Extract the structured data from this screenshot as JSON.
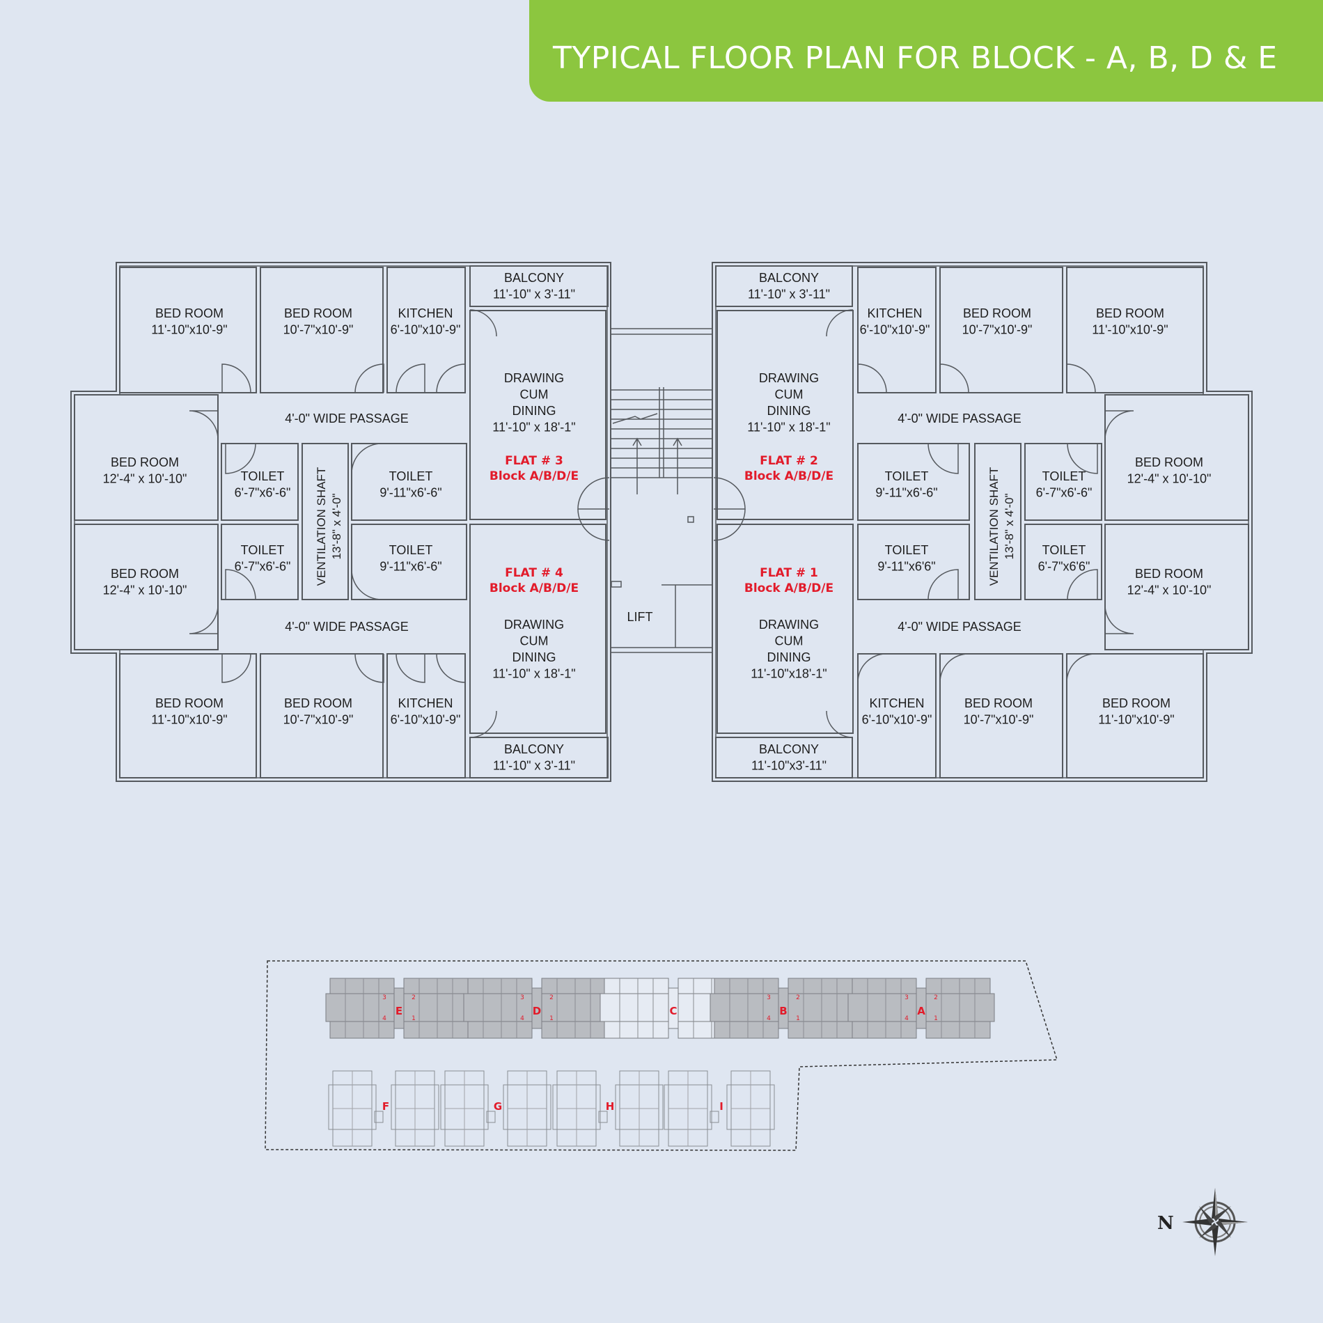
{
  "header": {
    "title": "TYPICAL FLOOR PLAN FOR BLOCK - A, B, D & E"
  },
  "floor_plan": {
    "rooms": [
      {
        "id": "l-bed1",
        "lines": [
          "BED ROOM",
          "11'-10\"x10'-9\""
        ]
      },
      {
        "id": "l-bed2",
        "lines": [
          "BED ROOM",
          "10'-7\"x10'-9\""
        ]
      },
      {
        "id": "l-kit1",
        "lines": [
          "KITCHEN",
          "6'-10\"x10'-9\""
        ]
      },
      {
        "id": "l-bal1",
        "lines": [
          "BALCONY",
          "11'-10\" x 3'-11\""
        ]
      },
      {
        "id": "l-dd1",
        "lines": [
          "DRAWING",
          "CUM",
          "DINING",
          "11'-10\" x 18'-1\""
        ]
      },
      {
        "id": "l-pass1",
        "lines": [
          "4'-0\" WIDE PASSAGE"
        ]
      },
      {
        "id": "l-bed3",
        "lines": [
          "BED ROOM",
          "12'-4\" x 10'-10\""
        ]
      },
      {
        "id": "l-toi1",
        "lines": [
          "TOILET",
          "6'-7\"x6'-6\""
        ]
      },
      {
        "id": "l-toi2",
        "lines": [
          "TOILET",
          "9'-11\"x6'-6\""
        ]
      },
      {
        "id": "l-bed4",
        "lines": [
          "BED ROOM",
          "12'-4\" x 10'-10\""
        ]
      },
      {
        "id": "l-toi3",
        "lines": [
          "TOILET",
          "6'-7\"x6'-6\""
        ]
      },
      {
        "id": "l-toi4",
        "lines": [
          "TOILET",
          "9'-11\"x6'-6\""
        ]
      },
      {
        "id": "l-pass2",
        "lines": [
          "4'-0\" WIDE PASSAGE"
        ]
      },
      {
        "id": "l-dd2",
        "lines": [
          "DRAWING",
          "CUM",
          "DINING",
          "11'-10\" x 18'-1\""
        ]
      },
      {
        "id": "l-bed5",
        "lines": [
          "BED ROOM",
          "11'-10\"x10'-9\""
        ]
      },
      {
        "id": "l-bed6",
        "lines": [
          "BED ROOM",
          "10'-7\"x10'-9\""
        ]
      },
      {
        "id": "l-kit2",
        "lines": [
          "KITCHEN",
          "6'-10\"x10'-9\""
        ]
      },
      {
        "id": "l-bal2",
        "lines": [
          "BALCONY",
          "11'-10\" x 3'-11\""
        ]
      },
      {
        "id": "r-bal1",
        "lines": [
          "BALCONY",
          "11'-10\" x 3'-11\""
        ]
      },
      {
        "id": "r-kit1",
        "lines": [
          "KITCHEN",
          "6'-10\"x10'-9\""
        ]
      },
      {
        "id": "r-bed1",
        "lines": [
          "BED ROOM",
          "10'-7\"x10'-9\""
        ]
      },
      {
        "id": "r-bed2",
        "lines": [
          "BED ROOM",
          "11'-10\"x10'-9\""
        ]
      },
      {
        "id": "r-dd1",
        "lines": [
          "DRAWING",
          "CUM",
          "DINING",
          "11'-10\" x 18'-1\""
        ]
      },
      {
        "id": "r-pass1",
        "lines": [
          "4'-0\" WIDE PASSAGE"
        ]
      },
      {
        "id": "r-toi1",
        "lines": [
          "TOILET",
          "9'-11\"x6'-6\""
        ]
      },
      {
        "id": "r-toi2",
        "lines": [
          "TOILET",
          "6'-7\"x6'-6\""
        ]
      },
      {
        "id": "r-bed3",
        "lines": [
          "BED ROOM",
          "12'-4\" x 10'-10\""
        ]
      },
      {
        "id": "r-toi3",
        "lines": [
          "TOILET",
          "9'-11\"x6'6\""
        ]
      },
      {
        "id": "r-toi4",
        "lines": [
          "TOILET",
          "6'-7\"x6'6\""
        ]
      },
      {
        "id": "r-bed4",
        "lines": [
          "BED ROOM",
          "12'-4\" x 10'-10\""
        ]
      },
      {
        "id": "r-pass2",
        "lines": [
          "4'-0\" WIDE PASSAGE"
        ]
      },
      {
        "id": "r-dd2",
        "lines": [
          "DRAWING",
          "CUM",
          "DINING",
          "11'-10\"x18'-1\""
        ]
      },
      {
        "id": "r-kit2",
        "lines": [
          "KITCHEN",
          "6'-10\"x10'-9\""
        ]
      },
      {
        "id": "r-bed5",
        "lines": [
          "BED ROOM",
          "10'-7\"x10'-9\""
        ]
      },
      {
        "id": "r-bed6",
        "lines": [
          "BED ROOM",
          "11'-10\"x10'-9\""
        ]
      },
      {
        "id": "r-bal2",
        "lines": [
          "BALCONY",
          "11'-10\"x3'-11\""
        ]
      },
      {
        "id": "lift",
        "lines": [
          "LIFT"
        ]
      }
    ],
    "shafts": [
      {
        "id": "l-shaft",
        "lines": [
          "VENTILATION SHAFT",
          "13'-8\" x 4'-0\""
        ]
      },
      {
        "id": "r-shaft",
        "lines": [
          "VENTILATION SHAFT",
          "13'-8\" x 4'-0\""
        ]
      }
    ],
    "flats": [
      {
        "id": "flat3",
        "lines": [
          "FLAT # 3",
          "Block A/B/D/E"
        ]
      },
      {
        "id": "flat4",
        "lines": [
          "FLAT # 4",
          "Block A/B/D/E"
        ]
      },
      {
        "id": "flat2",
        "lines": [
          "FLAT # 2",
          "Block A/B/D/E"
        ]
      },
      {
        "id": "flat1",
        "lines": [
          "FLAT # 1",
          "Block A/B/D/E"
        ]
      }
    ],
    "colors": {
      "line": "#55595e",
      "fill": "#dde4f0",
      "flat_label": "#e21b2a",
      "text": "#1e1e1e"
    }
  },
  "site_plan": {
    "top_blocks": [
      "E",
      "D",
      "C",
      "B",
      "A"
    ],
    "highlighted": [
      "E",
      "D",
      "B",
      "A"
    ],
    "bottom_blocks": [
      "F",
      "G",
      "H",
      "I"
    ],
    "flat_numbers": [
      "3",
      "2",
      "4",
      "1"
    ],
    "colors": {
      "highlight": "#b9bcc1",
      "label": "#e21b2a"
    }
  },
  "compass": {
    "label": "N",
    "icon": "compass-rose-icon"
  }
}
